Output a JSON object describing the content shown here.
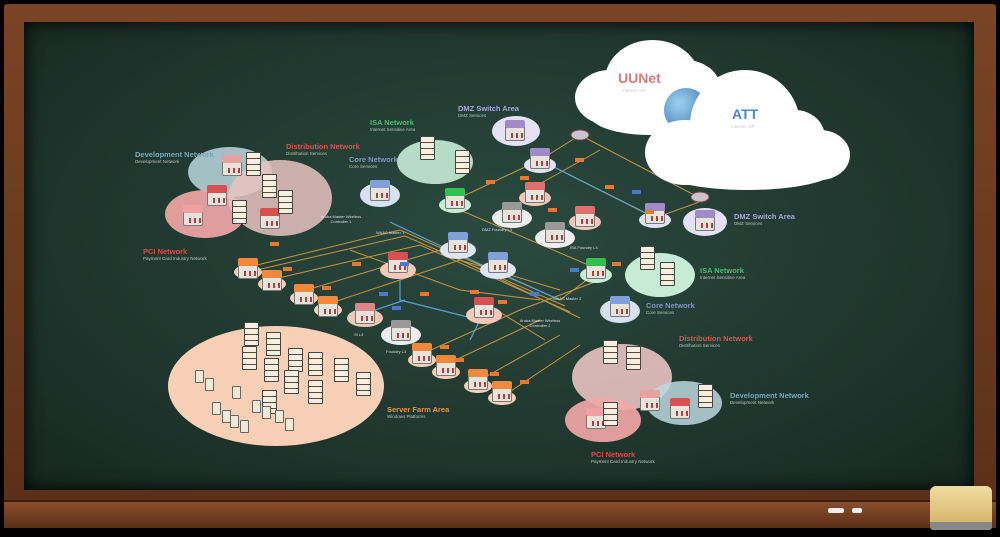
{
  "clouds": [
    {
      "title": "UUNet",
      "subtitle": "Internet ISP",
      "color": "#d77a7a"
    },
    {
      "title": "ATT",
      "subtitle": "Internet ISP",
      "color": "#4a88c8"
    }
  ],
  "zones": {
    "dev_left": {
      "title": "Development Network",
      "subtitle": "Development Network",
      "color": "#6fa9c0"
    },
    "dist_left": {
      "title": "Distribution Network",
      "subtitle": "Distribution Services",
      "color": "#d9534f"
    },
    "isa_left": {
      "title": "ISA Network",
      "subtitle": "Internet Sensitive Area",
      "color": "#3fbf6f"
    },
    "core_left": {
      "title": "Core Network",
      "subtitle": "Core Services",
      "color": "#7f93c9"
    },
    "dmz_top": {
      "title": "DMZ Switch Area",
      "subtitle": "DMZ Services",
      "color": "#a9a6e0"
    },
    "pci_left": {
      "title": "PCI Network",
      "subtitle": "Payment Card Industry Network",
      "color": "#e04848"
    },
    "dmz_right": {
      "title": "DMZ Switch Area",
      "subtitle": "DMZ Services",
      "color": "#a9a6e0"
    },
    "isa_right": {
      "title": "ISA Network",
      "subtitle": "Internet Sensitive Area",
      "color": "#3fbf6f"
    },
    "core_right": {
      "title": "Core Network",
      "subtitle": "Core Services",
      "color": "#7f93c9"
    },
    "dist_right": {
      "title": "Distribution Network",
      "subtitle": "Distribution Services",
      "color": "#d9534f"
    },
    "dev_right": {
      "title": "Development Network",
      "subtitle": "Development Network",
      "color": "#6fa9c0"
    },
    "pci_right": {
      "title": "PCI Network",
      "subtitle": "Payment Card Industry Network",
      "color": "#e04848"
    },
    "server_farm": {
      "title": "Server Farm Area",
      "subtitle": "Windows Platforms",
      "color": "#e8923a"
    }
  },
  "device_labels": {
    "waas1": "WAAS Master 1",
    "aruba1": "Aruba Master Wireless Controller 1",
    "waas2": "WAAS Master 2",
    "aruba2": "Aruba Master Wireless Controller 2",
    "dmz_foundry": "DMZ Foundry L3",
    "isa_foundry": "ISA Foundry L3",
    "si": "SI L3",
    "foundry": "Foundry L3"
  }
}
